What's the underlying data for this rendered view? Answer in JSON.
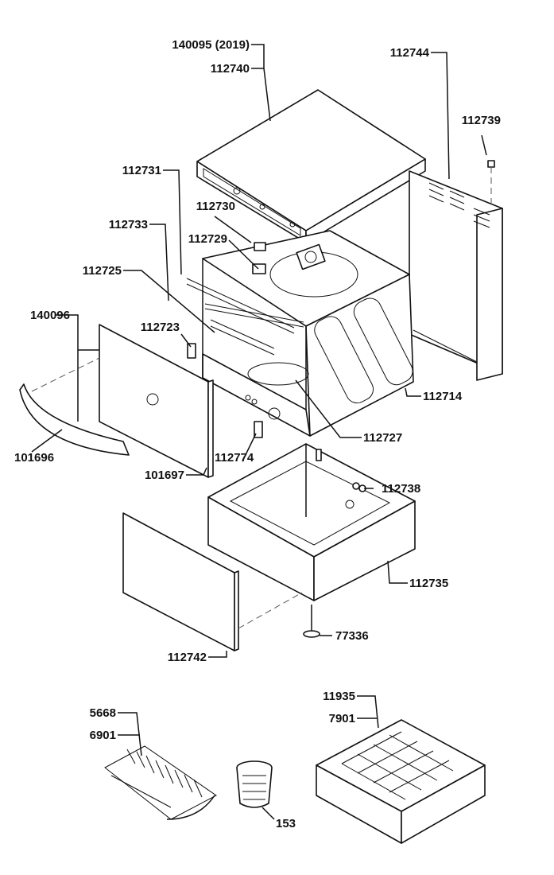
{
  "labels": {
    "cover_2019": "140095 (2019)",
    "cover": "112740",
    "rear_panel": "112744",
    "clip": "112739",
    "rail_a": "112731",
    "part_112730": "112730",
    "rail_b": "112733",
    "part_112729": "112729",
    "rail_c": "112725",
    "door_assembly": "140096",
    "hinge": "112723",
    "side_frame": "112714",
    "handle": "101696",
    "part_112774": "112774",
    "part_112727": "112727",
    "door_panel": "101697",
    "part_112738": "112738",
    "base_frame": "112735",
    "front_panel": "112742",
    "foot": "77336",
    "plate_rack_a": "5668",
    "plate_rack_b": "6901",
    "basket_a": "11935",
    "basket_b": "7901",
    "cutlery_cup": "153"
  }
}
